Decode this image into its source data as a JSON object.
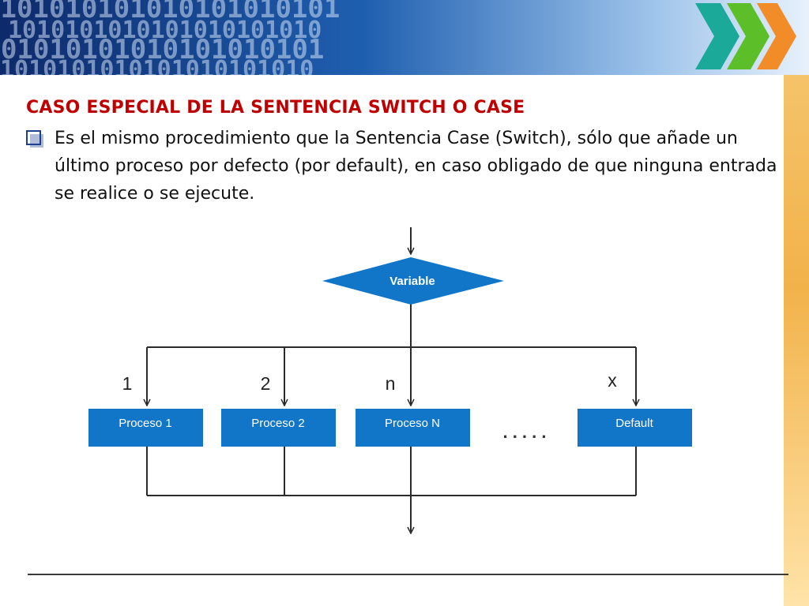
{
  "slide": {
    "title": "CASO ESPECIAL DE LA SENTENCIA SWITCH O CASE",
    "bullet_text": "Es el mismo procedimiento que la Sentencia Case (Switch), sólo que añade un último proceso por defecto (por default), en caso obligado de que ninguna entrada se realice o se ejecute."
  },
  "banner": {
    "binary_rows": [
      "0101010101010101010101",
      "1010101010101010101010",
      "0101010101010101010101",
      "1010101010101010101010"
    ],
    "colors": {
      "dark": "#0d2a6b",
      "mid": "#1f5fb0",
      "light": "#c5dbf3"
    }
  },
  "diagram": {
    "decision_label": "Variable",
    "case_labels": [
      "1",
      "2",
      "n",
      "x"
    ],
    "process_labels": [
      "Proceso 1",
      "Proceso 2",
      "Proceso N",
      "Default"
    ],
    "ellipsis": ". . . . .",
    "colors": {
      "shape_fill": "#1176c8",
      "line": "#2b2b2b",
      "shape_text": "#ffffff"
    }
  },
  "decorations": {
    "arrow_colors": [
      "#1baa9a",
      "#5cbf2a",
      "#f28c28"
    ],
    "strip_color": "#f2b24a",
    "bullet_icon": "checkbox-bullet-icon"
  }
}
